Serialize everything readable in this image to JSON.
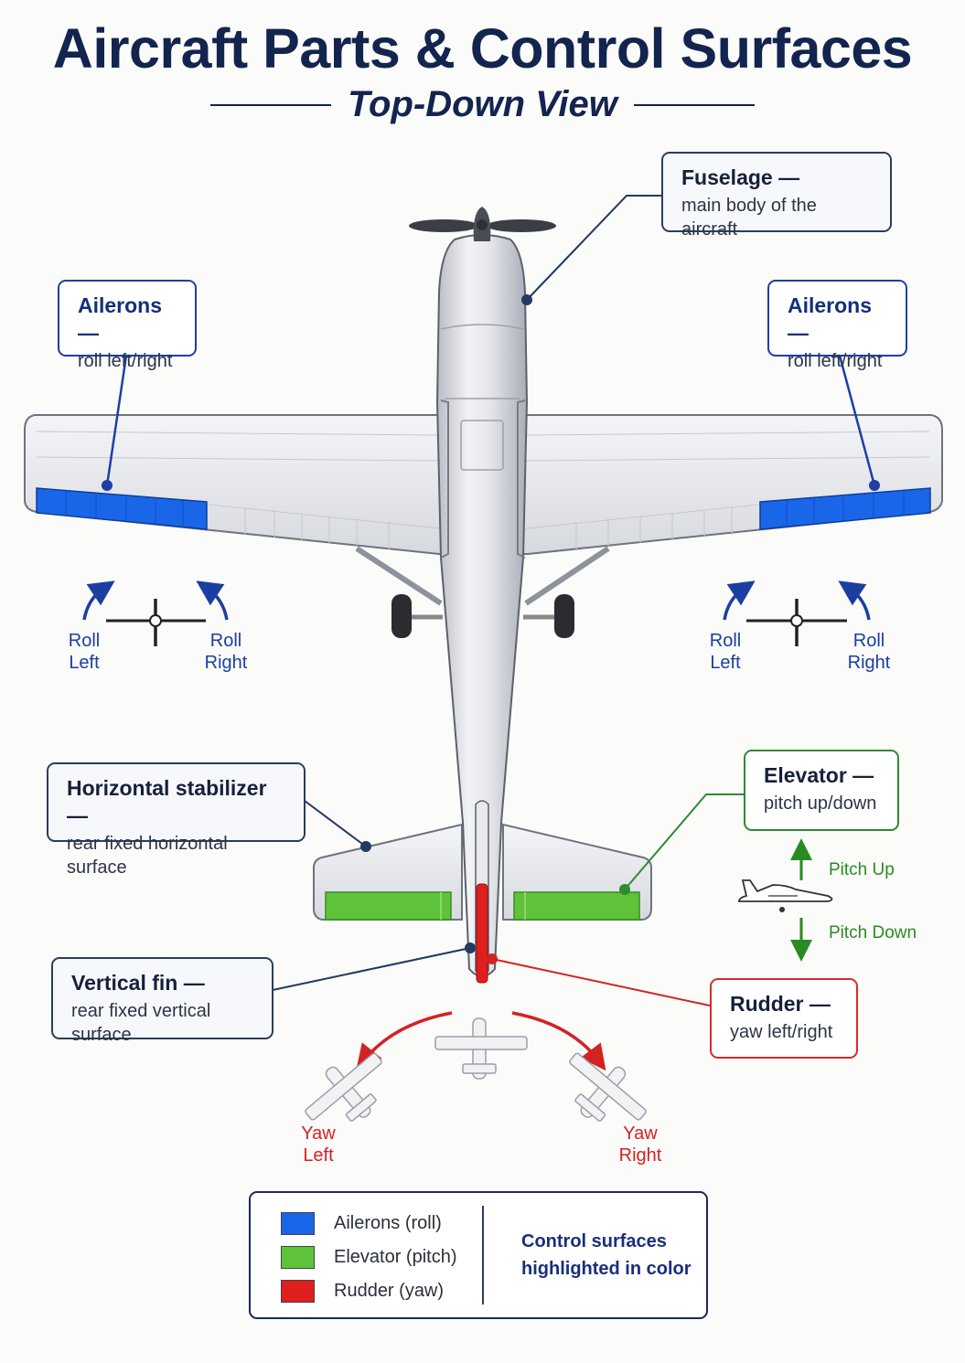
{
  "title": "Aircraft Parts & Control Surfaces",
  "subtitle": "Top-Down View",
  "colors": {
    "aileron": "#1a66e8",
    "elevator": "#5ec23a",
    "rudder": "#e01e1e",
    "navy": "#13244f"
  },
  "callouts": {
    "fuselage": {
      "title": "Fuselage —",
      "desc": "main body of the aircraft"
    },
    "aileron_left": {
      "title": "Ailerons —",
      "desc": "roll left/right"
    },
    "aileron_right": {
      "title": "Ailerons —",
      "desc": "roll left/right"
    },
    "horizontal_stabilizer": {
      "title": "Horizontal stabilizer —",
      "desc": "rear fixed horizontal surface"
    },
    "elevator": {
      "title": "Elevator —",
      "desc": "pitch up/down"
    },
    "vertical_fin": {
      "title": "Vertical fin —",
      "desc": "rear fixed vertical surface"
    },
    "rudder": {
      "title": "Rudder —",
      "desc": "yaw left/right"
    }
  },
  "roll": {
    "left_l1": "Roll",
    "left_l2": "Left",
    "right_l1": "Roll",
    "right_l2": "Right"
  },
  "pitch": {
    "up": "Pitch Up",
    "down": "Pitch Down"
  },
  "yaw": {
    "left_l1": "Yaw",
    "left_l2": "Left",
    "right_l1": "Yaw",
    "right_l2": "Right"
  },
  "legend": {
    "items": [
      {
        "label": "Ailerons (roll)",
        "color": "#1a66e8"
      },
      {
        "label": "Elevator (pitch)",
        "color": "#5ec23a"
      },
      {
        "label": "Rudder (yaw)",
        "color": "#e01e1e"
      }
    ],
    "note": "Control surfaces highlighted in color"
  }
}
